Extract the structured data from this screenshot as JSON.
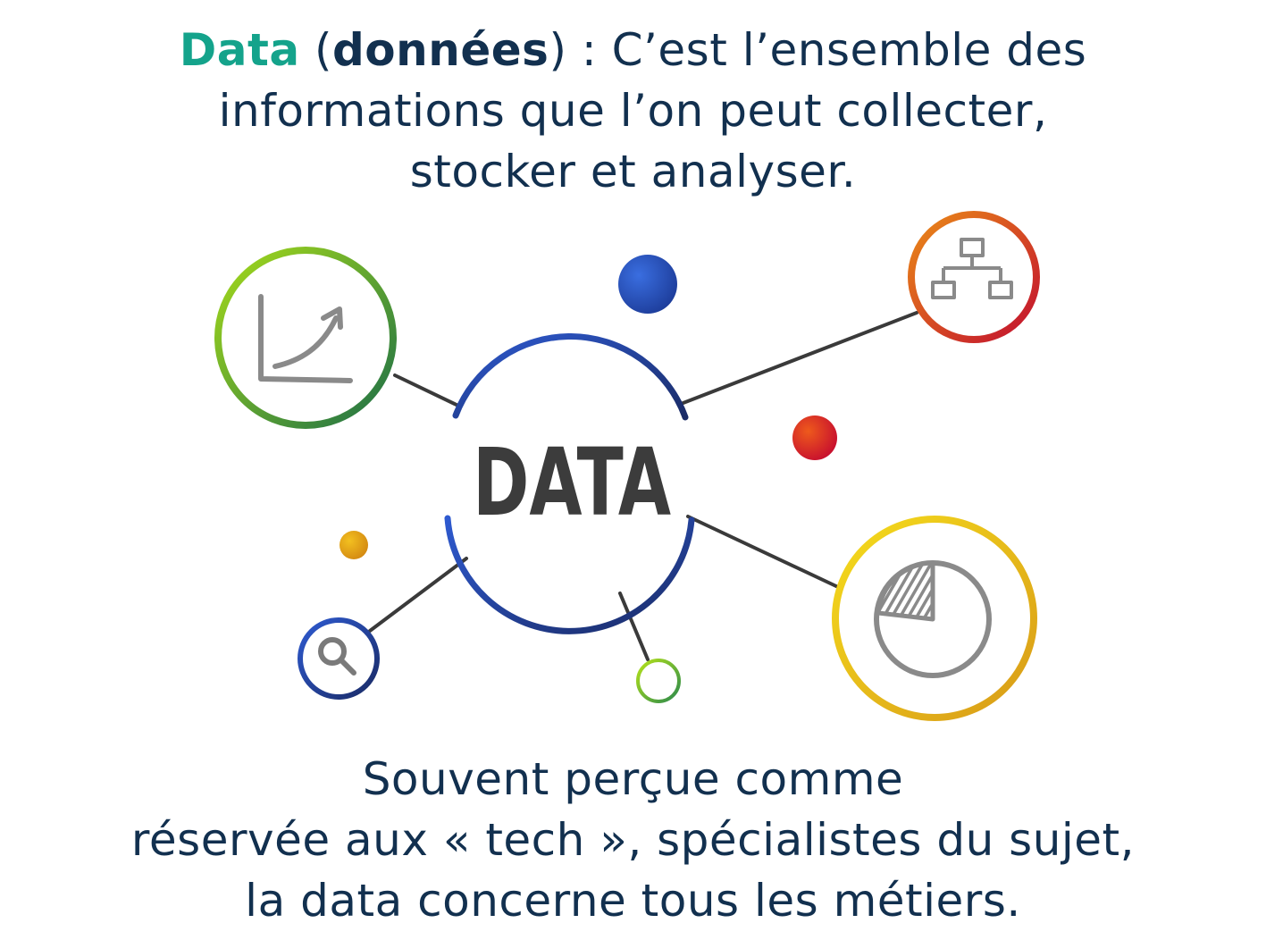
{
  "headline": {
    "term": "Data",
    "open_paren": "(",
    "term_fr": "données",
    "close_paren": ")",
    "line1_rest": " : C’est l’ensemble des",
    "line2": "informations que l’on peut collecter,",
    "line3": "stocker et analyser."
  },
  "diagram": {
    "center_label": "DATA",
    "nodes": [
      {
        "icon": "growth-chart-icon",
        "color_start": "#9ad41c",
        "color_end": "#1f7a4a"
      },
      {
        "icon": "org-chart-icon",
        "color_start": "#e07a1a",
        "color_end": "#c8102e"
      },
      {
        "icon": "pie-chart-icon",
        "color_start": "#f2d21b",
        "color_end": "#d9a01a"
      },
      {
        "icon": "magnifier-icon",
        "color_start": "#2b55c6",
        "color_end": "#1b2f6e"
      },
      {
        "icon": "empty-node-icon",
        "color_start": "#9ad41c",
        "color_end": "#2f8a4a"
      }
    ],
    "center_ring_color": "#2a58c8",
    "dots": [
      {
        "color": "#2f5fd0"
      },
      {
        "color": "#d81f26"
      },
      {
        "color": "#e6a81c"
      }
    ]
  },
  "footer": {
    "line1": "Souvent perçue comme",
    "line2": "réservée aux « tech », spécialistes du sujet,",
    "line3": "la data concerne tous les métiers."
  }
}
